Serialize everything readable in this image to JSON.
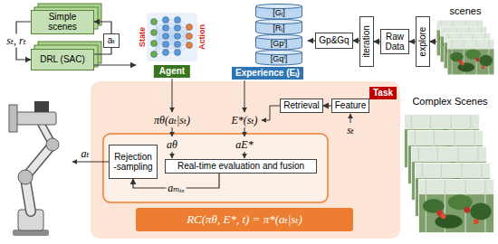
{
  "diagram": {
    "nodes": [
      {
        "text": [
          "Simple scenes"
        ]
      },
      {
        "text": [
          "DRL (SAC)"
        ]
      },
      {
        "text": [
          "aₜ"
        ]
      },
      {
        "text": [
          "Agent"
        ]
      },
      {
        "text": [
          "Experience (Eᵢ)"
        ]
      },
      {
        "text": [
          "[Gᵢ]"
        ],
        "in": 4
      },
      {
        "text": [
          "[Rᵢ]"
        ],
        "in": 4
      },
      {
        "text": [
          "[Gpⁱ]"
        ],
        "in": 4
      },
      {
        "text": [
          "[Gqⁱ]"
        ],
        "in": 4
      },
      {
        "text": [
          "Gp&Gq"
        ]
      },
      {
        "text": [
          "iteration"
        ]
      },
      {
        "text": [
          "Raw Data"
        ]
      },
      {
        "text": [
          "explore"
        ]
      },
      {
        "text": [
          "scenes"
        ]
      },
      {
        "text": [
          "Task"
        ]
      },
      {
        "text": [
          "Retrieval"
        ],
        "in": 14
      },
      {
        "text": [
          "Feature"
        ],
        "in": 14
      },
      {
        "text": [
          "Complex Scenes"
        ]
      },
      {
        "text": [
          "Rejection -sampling"
        ],
        "in": 14
      },
      {
        "text": [
          "Real-time evaluation and fusion"
        ],
        "in": 14
      },
      {
        "text": [
          "RC(πθ, E*, t) = π*(aₜ|sₜ)"
        ],
        "in": 14
      }
    ],
    "edges": [
      {
        "from": 0,
        "to": 1,
        "arrow": "to",
        "label": "sₜ, rₜ"
      },
      {
        "from": 1,
        "to": 2,
        "arrow": "none"
      },
      {
        "from": 2,
        "to": 0,
        "arrow": "to"
      },
      {
        "from": 1,
        "to": 3,
        "arrow": "to"
      },
      {
        "from": 9,
        "to": 4,
        "arrow": "to"
      },
      {
        "from": 10,
        "to": 9,
        "arrow": "to"
      },
      {
        "from": 11,
        "to": 10,
        "arrow": "to"
      },
      {
        "from": 12,
        "to": 11,
        "arrow": "to"
      },
      {
        "from": 13,
        "to": 12,
        "arrow": "to"
      },
      {
        "from": 16,
        "to": 15,
        "arrow": "to"
      },
      {
        "from": 19,
        "to": 18,
        "arrow": "to",
        "label": "aₘᵢₓ"
      }
    ],
    "labels": [
      "State",
      "Action",
      "πθ(aₜ|sₜ)",
      "E*(sₜ)",
      "sₜ",
      "aθ",
      "aE*",
      "aₜ"
    ]
  }
}
